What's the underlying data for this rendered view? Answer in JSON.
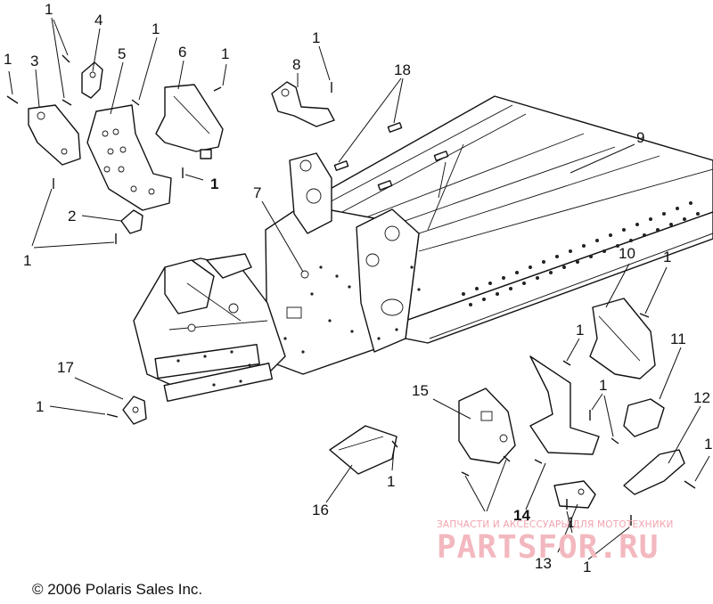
{
  "diagram": {
    "copyright": "© 2006 Polaris Sales Inc.",
    "watermark": {
      "subtitle": "ЗАПЧАСТИ И АКСЕССУАРЫ ДЛЯ МОТОТЕХНИКИ",
      "brand": "PARTSFOR.RU"
    },
    "callouts": [
      {
        "id": "c1a",
        "label": "1"
      },
      {
        "id": "c1b",
        "label": "1"
      },
      {
        "id": "c4",
        "label": "4"
      },
      {
        "id": "c1c",
        "label": "1"
      },
      {
        "id": "c3",
        "label": "3"
      },
      {
        "id": "c5",
        "label": "5"
      },
      {
        "id": "c6",
        "label": "6"
      },
      {
        "id": "c1d",
        "label": "1"
      },
      {
        "id": "c1e",
        "label": "1"
      },
      {
        "id": "c8",
        "label": "8"
      },
      {
        "id": "c18",
        "label": "18"
      },
      {
        "id": "c9",
        "label": "9"
      },
      {
        "id": "c1f",
        "label": "1"
      },
      {
        "id": "c7",
        "label": "7"
      },
      {
        "id": "c2",
        "label": "2"
      },
      {
        "id": "c1g",
        "label": "1"
      },
      {
        "id": "c10",
        "label": "10"
      },
      {
        "id": "c1h",
        "label": "1"
      },
      {
        "id": "c1i",
        "label": "1"
      },
      {
        "id": "c11",
        "label": "11"
      },
      {
        "id": "c17",
        "label": "17"
      },
      {
        "id": "c15",
        "label": "15"
      },
      {
        "id": "c1j",
        "label": "1"
      },
      {
        "id": "c1k",
        "label": "1"
      },
      {
        "id": "c12",
        "label": "12"
      },
      {
        "id": "c1l",
        "label": "1"
      },
      {
        "id": "c16",
        "label": "16"
      },
      {
        "id": "c1m",
        "label": "1"
      },
      {
        "id": "c14",
        "label": "14"
      },
      {
        "id": "c1n",
        "label": "1"
      },
      {
        "id": "c13",
        "label": "13"
      },
      {
        "id": "c1o",
        "label": "1"
      }
    ]
  }
}
